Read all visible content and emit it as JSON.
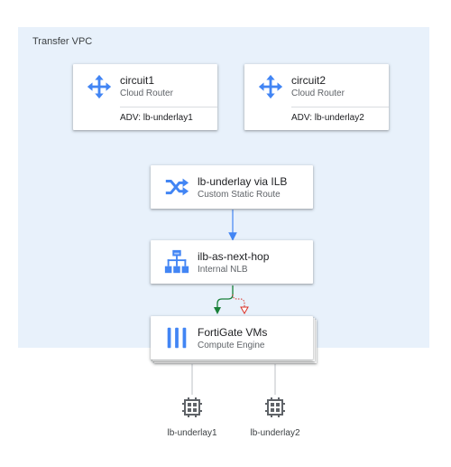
{
  "vpc": {
    "label": "Transfer VPC"
  },
  "routers": [
    {
      "name": "circuit1",
      "type": "Cloud Router",
      "adv": "ADV: lb-underlay1",
      "icon": "cloud-router-icon"
    },
    {
      "name": "circuit2",
      "type": "Cloud Router",
      "adv": "ADV: lb-underlay2",
      "icon": "cloud-router-icon"
    }
  ],
  "route": {
    "name": "lb-underlay via ILB",
    "type": "Custom Static Route",
    "icon": "route-icon"
  },
  "nlb": {
    "name": "ilb-as-next-hop",
    "type": "Internal NLB",
    "icon": "load-balancer-icon"
  },
  "vms": {
    "name": "FortiGate VMs",
    "type": "Compute Engine",
    "icon": "compute-engine-icon"
  },
  "interfaces": [
    {
      "label": "lb-underlay1",
      "icon": "network-interface-icon"
    },
    {
      "label": "lb-underlay2",
      "icon": "network-interface-icon"
    }
  ],
  "colors": {
    "vpc_bg": "#e8f1fb",
    "google_blue": "#4285f4",
    "healthy": "#188038",
    "unhealthy": "#d93025"
  }
}
